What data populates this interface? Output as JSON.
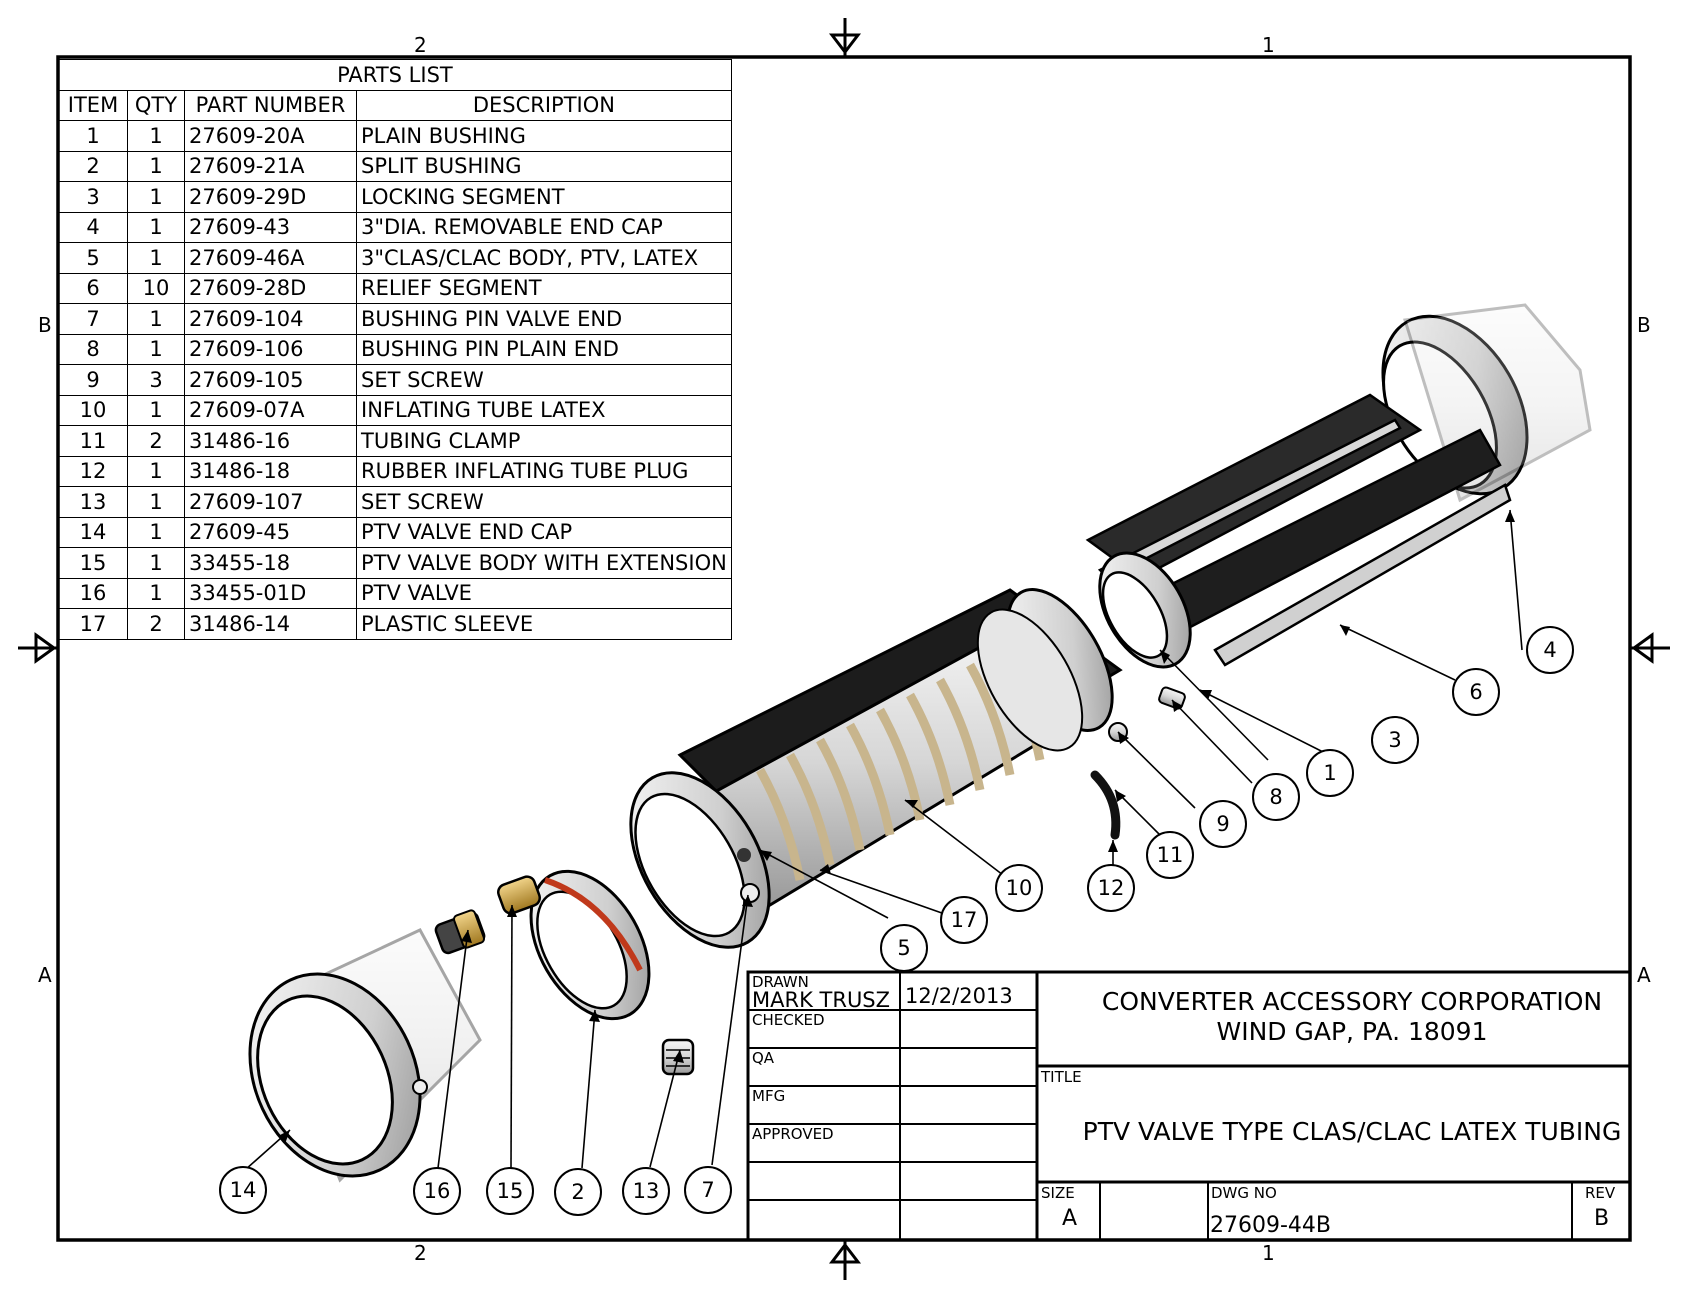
{
  "zones": {
    "top": [
      "2",
      "1"
    ],
    "bottom": [
      "2",
      "1"
    ],
    "left": [
      "B",
      "A"
    ],
    "right": [
      "B",
      "A"
    ]
  },
  "parts_list": {
    "title": "PARTS LIST",
    "headers": [
      "ITEM",
      "QTY",
      "PART NUMBER",
      "DESCRIPTION"
    ],
    "rows": [
      [
        "1",
        "1",
        "27609-20A",
        "PLAIN BUSHING"
      ],
      [
        "2",
        "1",
        "27609-21A",
        "SPLIT BUSHING"
      ],
      [
        "3",
        "1",
        "27609-29D",
        "LOCKING SEGMENT"
      ],
      [
        "4",
        "1",
        "27609-43",
        "3\"DIA. REMOVABLE END CAP"
      ],
      [
        "5",
        "1",
        "27609-46A",
        "3\"CLAS/CLAC BODY, PTV, LATEX"
      ],
      [
        "6",
        "10",
        "27609-28D",
        "RELIEF SEGMENT"
      ],
      [
        "7",
        "1",
        "27609-104",
        "BUSHING PIN VALVE END"
      ],
      [
        "8",
        "1",
        "27609-106",
        "BUSHING PIN PLAIN END"
      ],
      [
        "9",
        "3",
        "27609-105",
        "SET SCREW"
      ],
      [
        "10",
        "1",
        "27609-07A",
        "INFLATING TUBE LATEX"
      ],
      [
        "11",
        "2",
        "31486-16",
        "TUBING CLAMP"
      ],
      [
        "12",
        "1",
        "31486-18",
        "RUBBER INFLATING TUBE PLUG"
      ],
      [
        "13",
        "1",
        "27609-107",
        "SET SCREW"
      ],
      [
        "14",
        "1",
        "27609-45",
        "PTV VALVE END CAP"
      ],
      [
        "15",
        "1",
        "33455-18",
        "PTV VALVE BODY WITH EXTENSION"
      ],
      [
        "16",
        "1",
        "33455-01D",
        "PTV VALVE"
      ],
      [
        "17",
        "2",
        "31486-14",
        "PLASTIC SLEEVE"
      ]
    ]
  },
  "balloons": [
    "1",
    "2",
    "3",
    "4",
    "5",
    "6",
    "7",
    "8",
    "9",
    "10",
    "11",
    "12",
    "13",
    "14",
    "15",
    "16",
    "17"
  ],
  "title_block": {
    "drawn_label": "DRAWN",
    "drawn_by": "MARK TRUSZ",
    "drawn_date": "12/2/2013",
    "checked_label": "CHECKED",
    "qa_label": "QA",
    "mfg_label": "MFG",
    "approved_label": "APPROVED",
    "company_line1": "CONVERTER ACCESSORY CORPORATION",
    "company_line2": "WIND GAP, PA. 18091",
    "title_label": "TITLE",
    "title": "PTV VALVE TYPE CLAS/CLAC LATEX TUBING",
    "size_label": "SIZE",
    "size": "A",
    "dwg_label": "DWG NO",
    "dwg_no": "27609-44B",
    "rev_label": "REV",
    "rev": "B"
  }
}
